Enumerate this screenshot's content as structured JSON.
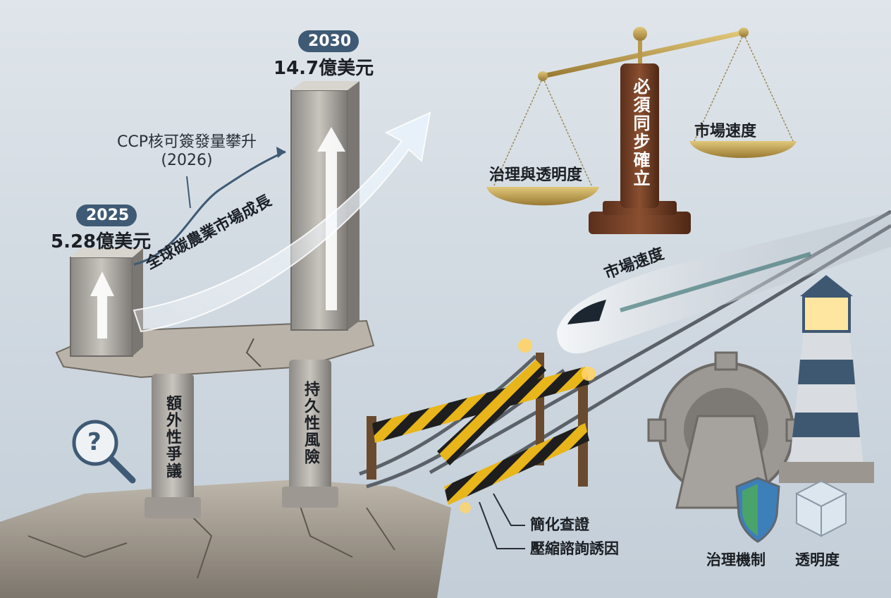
{
  "pillar_2025": {
    "year": "2025",
    "value": "5.28億美元"
  },
  "pillar_2030": {
    "year": "2030",
    "value": "14.7億美元"
  },
  "ccp_note": {
    "line1": "CCP核可簽發量攀升",
    "line2": "(2026)"
  },
  "growth_arrow_label": "全球碳農業市場成長",
  "support_left": "額外性爭議",
  "support_right": "持久性風險",
  "scale": {
    "center_label": "必須同步確立",
    "left_pan": "治理與透明度",
    "right_pan": "市場速度"
  },
  "train_label": "市場速度",
  "track_callouts": [
    "簡化查證",
    "壓縮諮詢誘因"
  ],
  "bottom_right": {
    "governance": "治理機制",
    "transparency": "透明度"
  },
  "colors": {
    "badge": "#3f5a74",
    "arrow_glow": "#e9f4ff",
    "stripe_yellow": "#e8b51a",
    "shield_green": "#4aa36b",
    "shield_blue": "#3d7fb8"
  }
}
